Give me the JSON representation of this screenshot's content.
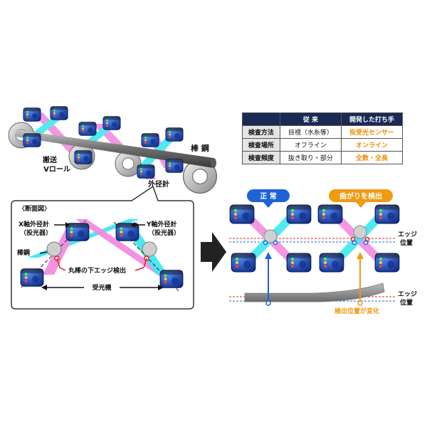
{
  "top_labels": {
    "bar": "棒 鋼",
    "vroll_1": "搬送",
    "vroll_2": "Vロール",
    "gauge": "外径計"
  },
  "section": {
    "title": "〈断面図〉",
    "x_gauge_1": "X軸外径計",
    "x_gauge_2": "（投光器）",
    "y_gauge_1": "Y軸外径計",
    "y_gauge_2": "（投光器）",
    "bar": "棒鋼",
    "edge_detect": "丸棒の下エッジ検出",
    "receiver": "受光機"
  },
  "table": {
    "headers": [
      "",
      "従 来",
      "開発した打ち手"
    ],
    "rows": [
      {
        "label": "検査方法",
        "before": "目視（水糸等）",
        "after": "投受光センサー"
      },
      {
        "label": "検査場所",
        "before": "オフライン",
        "after": "オンライン"
      },
      {
        "label": "検査頻度",
        "before": "抜き取り・部分",
        "after": "全数・全長"
      }
    ]
  },
  "result": {
    "normal": "正 常",
    "bent": "曲がりを検出",
    "edge_1": "エッジ",
    "edge_2": "位置",
    "edge_3": "エッジ",
    "edge_4": "位置",
    "changed": "検出位置が変化"
  },
  "colors": {
    "sensor_blue": "#1f4fc4",
    "beam_pink": "#f28ce0",
    "beam_cyan": "#3ee8f0",
    "callout_blue": "#1e63d6",
    "callout_orange": "#f09a10",
    "edge_red": "#e02020"
  }
}
